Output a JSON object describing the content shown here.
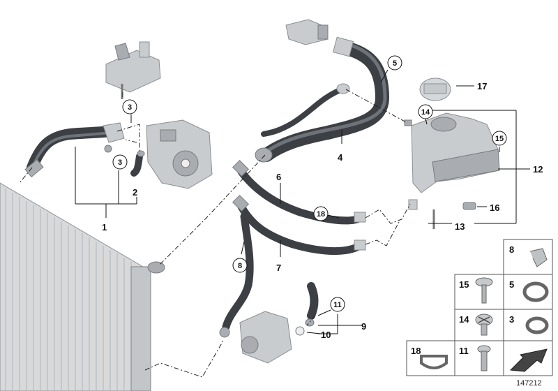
{
  "diagram": {
    "ref_number": "147212",
    "callouts": {
      "c1": "1",
      "c2": "2",
      "c3a": "3",
      "c3b": "3",
      "c4": "4",
      "c5": "5",
      "c6": "6",
      "c7": "7",
      "c8": "8",
      "c9": "9",
      "c10": "10",
      "c11": "11",
      "c12": "12",
      "c13": "13",
      "c14": "14",
      "c15": "15",
      "c16": "16",
      "c17": "17",
      "c18": "18"
    },
    "legend": {
      "items": [
        {
          "key": "r0l",
          "label": "8"
        },
        {
          "key": "r1l",
          "label": "15"
        },
        {
          "key": "r1r",
          "label": "5"
        },
        {
          "key": "r2l",
          "label": "14"
        },
        {
          "key": "r2r",
          "label": "3"
        },
        {
          "key": "r3l",
          "label": "18"
        },
        {
          "key": "r3m",
          "label": "11"
        }
      ]
    }
  }
}
